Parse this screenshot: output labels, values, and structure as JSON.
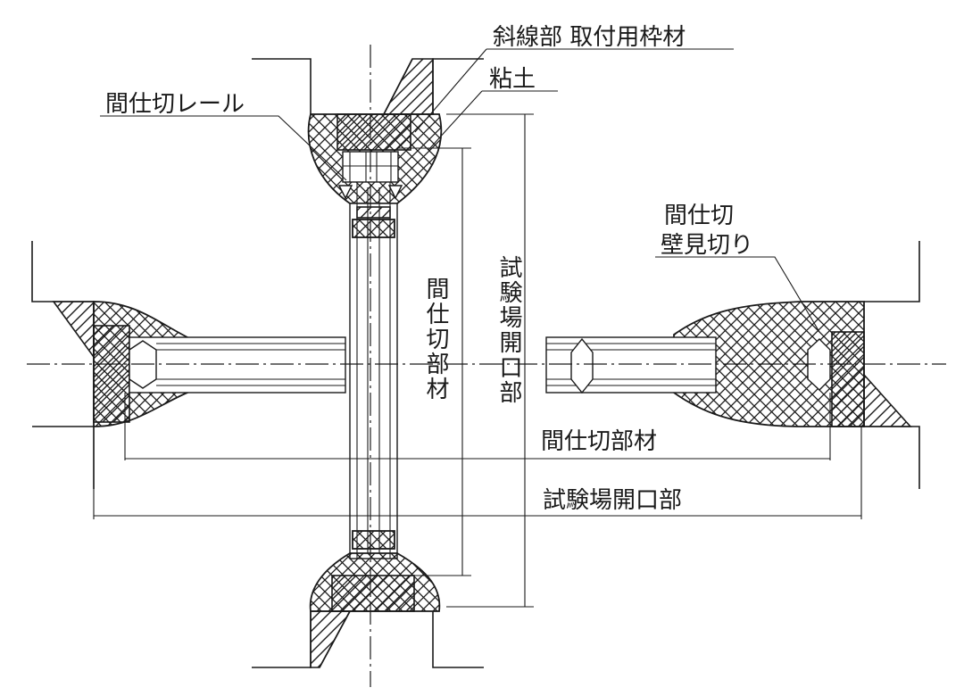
{
  "labels": {
    "hatched_frame": "斜線部 取付用枠材",
    "clay": "粘土",
    "partition_rail": "間仕切レール",
    "partition_wall_cut_line1": "間仕切",
    "partition_wall_cut_line2": "壁見切り",
    "partition_member_vertical": "間仕切部材",
    "test_opening_vertical": "試験場開口部",
    "partition_member_horizontal": "間仕切部材",
    "test_opening_horizontal": "試験場開口部"
  },
  "colors": {
    "line": "#1a1a1a",
    "background": "#ffffff"
  }
}
